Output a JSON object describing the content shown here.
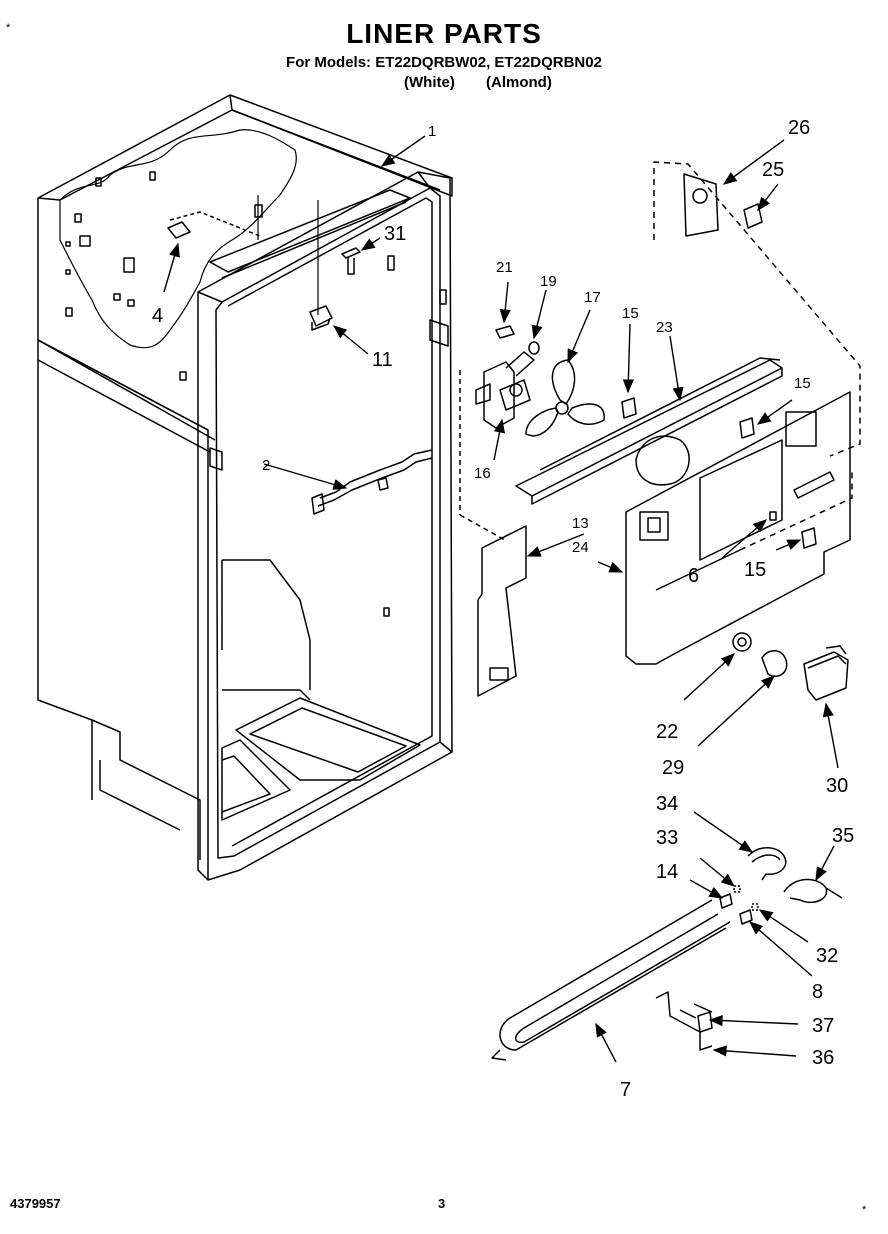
{
  "header": {
    "title": "LINER PARTS",
    "models_line": "For Models: ET22DQRBW02, ET22DQRBN02",
    "color_white": "(White)",
    "color_almond": "(Almond)"
  },
  "footer": {
    "part_number": "4379957",
    "page_number": "3",
    "corner_mark_left": "*",
    "corner_mark_right": "*"
  },
  "callouts": [
    {
      "id": "c1",
      "label": "1"
    },
    {
      "id": "c2",
      "label": "2"
    },
    {
      "id": "c4",
      "label": "4"
    },
    {
      "id": "c6",
      "label": "6"
    },
    {
      "id": "c7",
      "label": "7"
    },
    {
      "id": "c8",
      "label": "8"
    },
    {
      "id": "c11",
      "label": "11"
    },
    {
      "id": "c13",
      "label": "13"
    },
    {
      "id": "c14",
      "label": "14"
    },
    {
      "id": "c15a",
      "label": "15"
    },
    {
      "id": "c15b",
      "label": "15"
    },
    {
      "id": "c15c",
      "label": "15"
    },
    {
      "id": "c16",
      "label": "16"
    },
    {
      "id": "c17",
      "label": "17"
    },
    {
      "id": "c19",
      "label": "19"
    },
    {
      "id": "c21",
      "label": "21"
    },
    {
      "id": "c22",
      "label": "22"
    },
    {
      "id": "c23",
      "label": "23"
    },
    {
      "id": "c24",
      "label": "24"
    },
    {
      "id": "c25",
      "label": "25"
    },
    {
      "id": "c26",
      "label": "26"
    },
    {
      "id": "c29",
      "label": "29"
    },
    {
      "id": "c30",
      "label": "30"
    },
    {
      "id": "c31",
      "label": "31"
    },
    {
      "id": "c32",
      "label": "32"
    },
    {
      "id": "c33",
      "label": "33"
    },
    {
      "id": "c34",
      "label": "34"
    },
    {
      "id": "c35",
      "label": "35"
    },
    {
      "id": "c36",
      "label": "36"
    },
    {
      "id": "c37",
      "label": "37"
    }
  ]
}
